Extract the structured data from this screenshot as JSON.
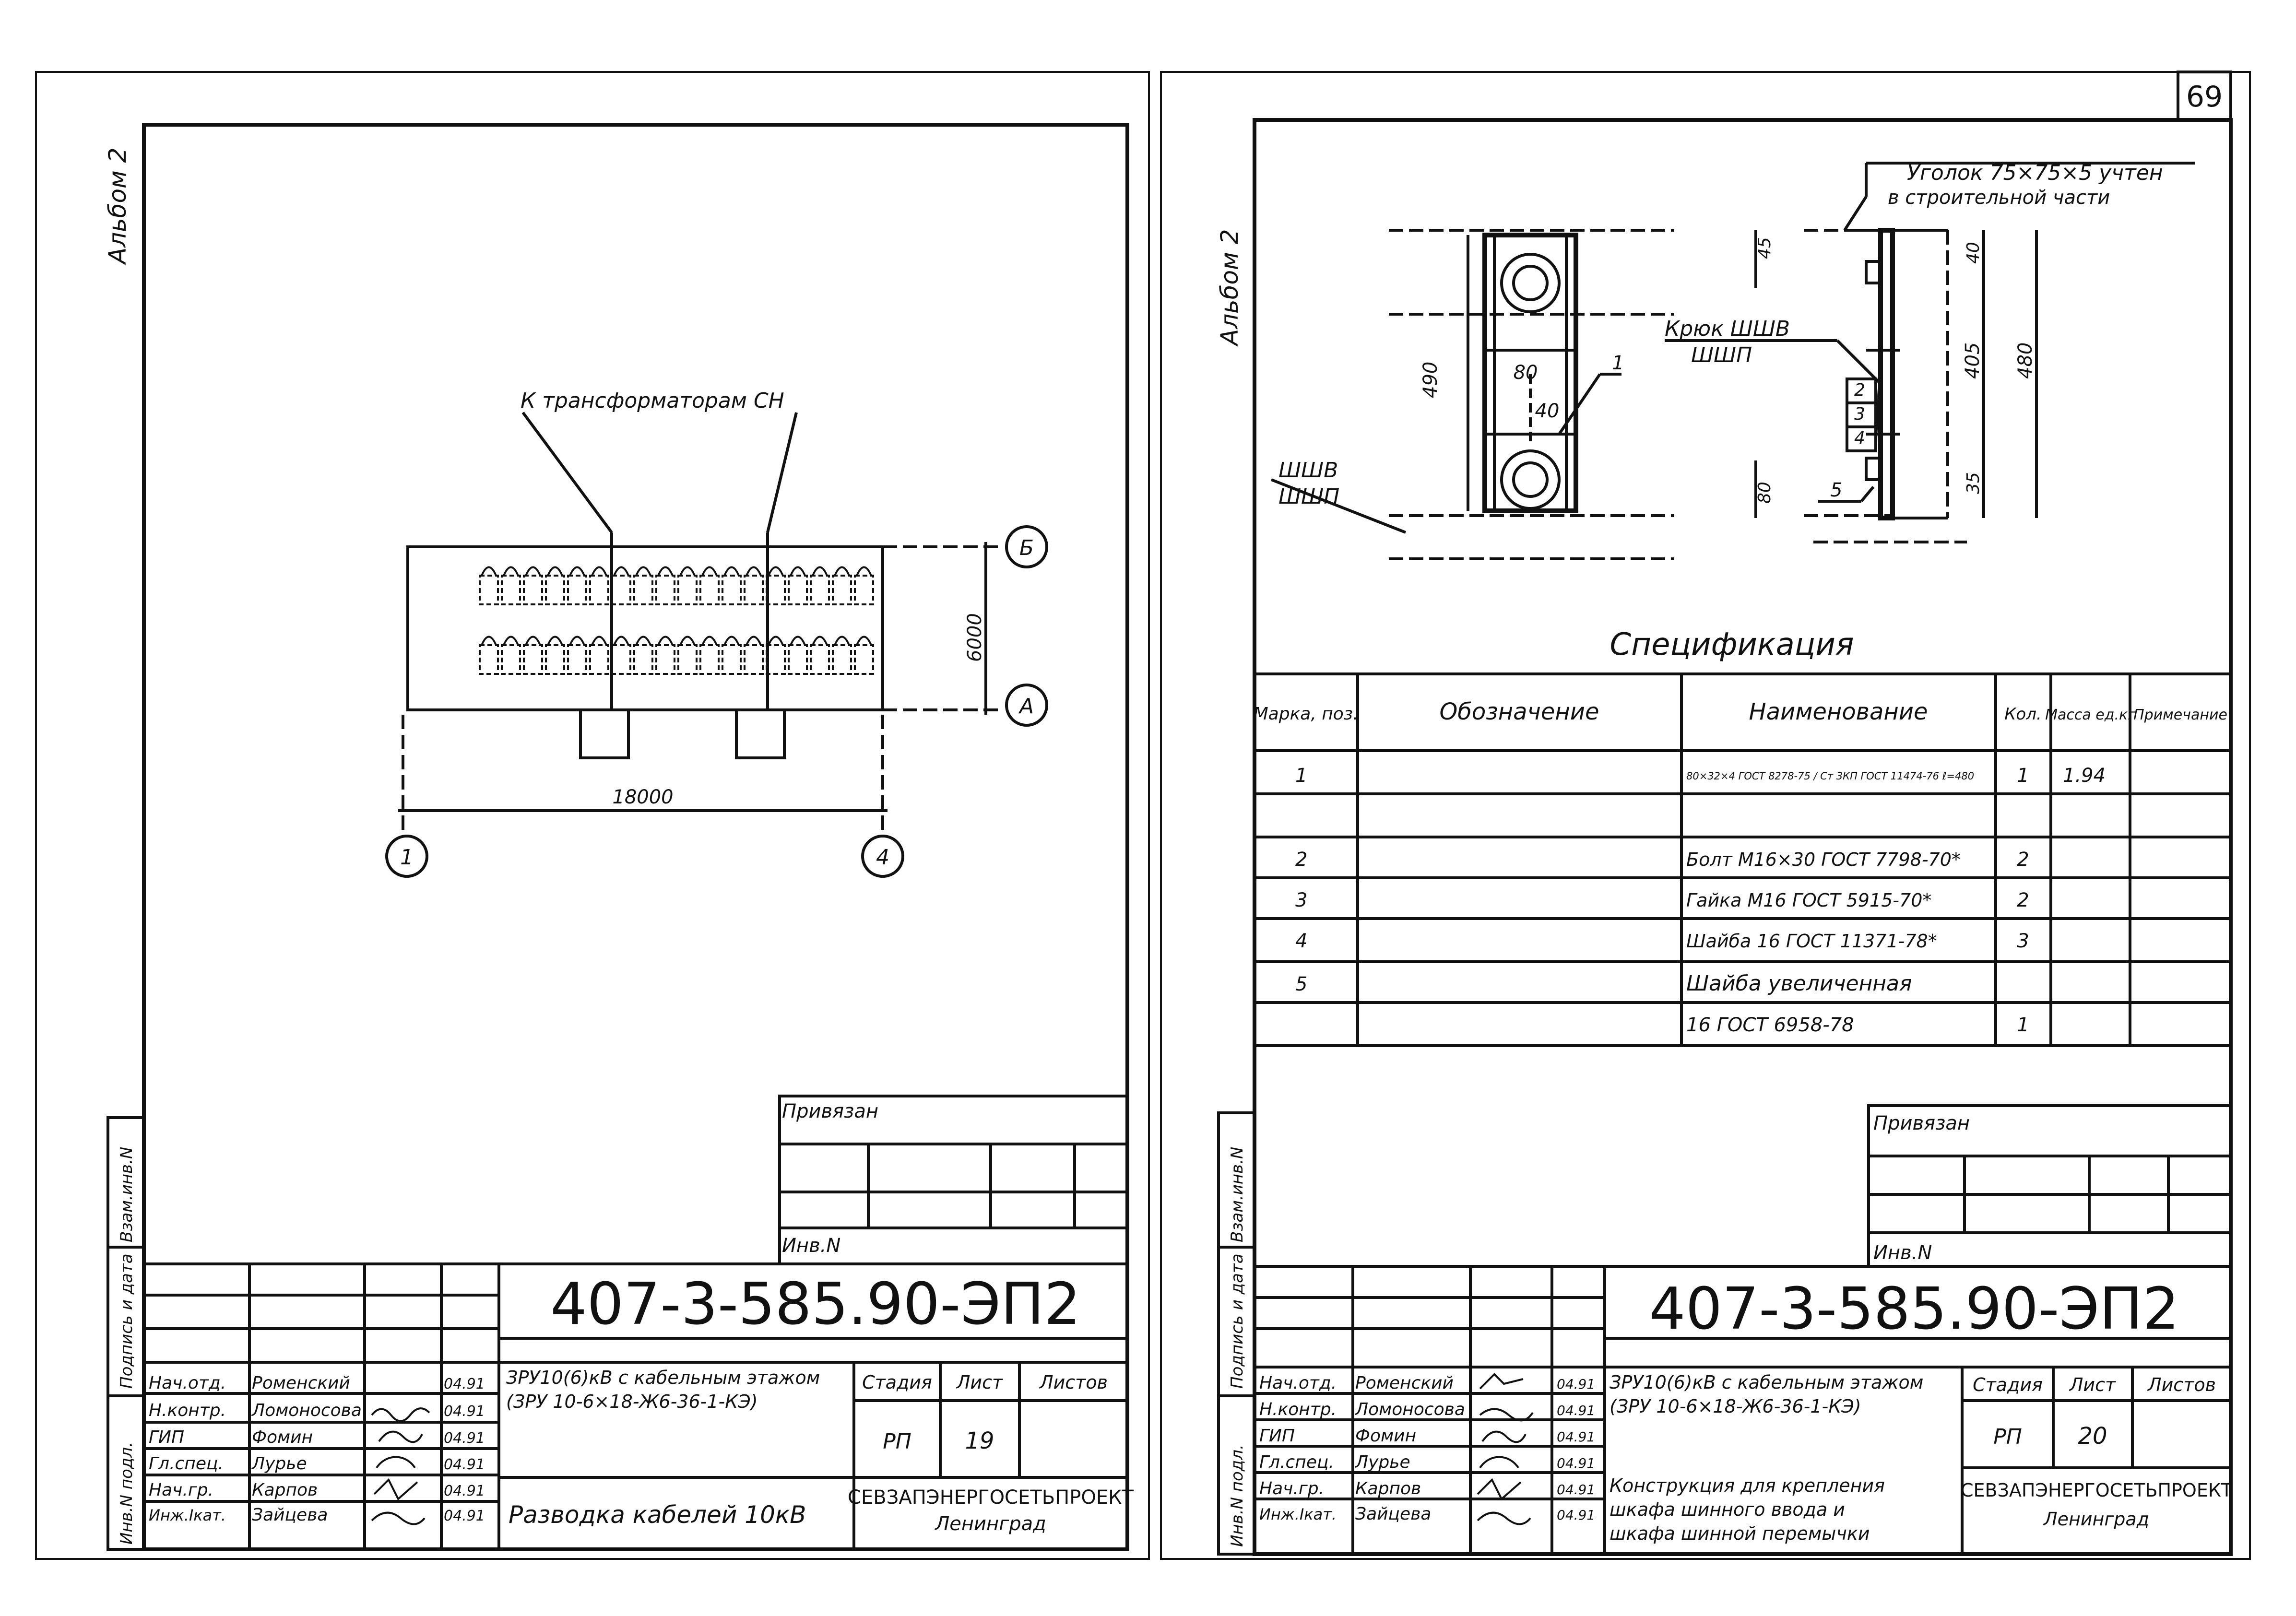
{
  "page_number": "69",
  "left_sheet": {
    "album_label": "Альбом 2",
    "callout_label": "К трансформаторам СН",
    "axis_b": "Б",
    "axis_a": "А",
    "axis_1": "1",
    "axis_4": "4",
    "dim_6000": "6000",
    "dim_18000": "18000",
    "bound_label": "Привязан",
    "inv_label": "Инв.N",
    "side_labels": [
      "Взам.инв.N",
      "Подпись и дата",
      "Инв.N подл."
    ],
    "doc_code": "407-3-585.90-ЭП2",
    "title_line1": "ЗРУ10(6)кВ с кабельным этажом",
    "title_line2": "(ЗРУ 10-6×18-Ж6-36-1-КЭ)",
    "sheet_title": "Разводка кабелей 10кВ",
    "stage_header": "Стадия",
    "sheet_header": "Лист",
    "sheets_header": "Листов",
    "stage": "РП",
    "sheet_no": "19",
    "org_name": "СЕВЗАПЭНЕРГОСЕТЬПРОЕКТ",
    "org_city": "Ленинград",
    "staff": [
      {
        "role": "Нач.отд.",
        "name": "Роменский",
        "date": "04.91"
      },
      {
        "role": "Н.контр.",
        "name": "Ломоносова",
        "date": "04.91"
      },
      {
        "role": "ГИП",
        "name": "Фомин",
        "date": "04.91"
      },
      {
        "role": "Гл.спец.",
        "name": "Лурье",
        "date": "04.91"
      },
      {
        "role": "Нач.гр.",
        "name": "Карпов",
        "date": "04.91"
      },
      {
        "role": "Инж.Iкат.",
        "name": "Зайцева",
        "date": "04.91"
      }
    ]
  },
  "right_sheet": {
    "album_label": "Альбом 2",
    "angle_label": "Уголок 75×75×5 учтен",
    "angle_label2": "в строительной части",
    "hook_label": "Крюк ШШВ",
    "hook_label2": "ШШП",
    "left_label": "ШШВ",
    "left_label2": "ШШП",
    "dims": {
      "d490": "490",
      "d80": "80",
      "d40": "40",
      "d45": "45",
      "d40b": "40",
      "d405": "405",
      "d480": "480",
      "d80b": "80",
      "d35": "35"
    },
    "positions": [
      "1",
      "2",
      "3",
      "4",
      "5"
    ],
    "spec_title": "Спецификация",
    "spec_headers": [
      "Марка, поз.",
      "Обозначение",
      "Наименование",
      "Кол.",
      "Масса ед.кг",
      "Примечание"
    ],
    "spec_rows": [
      {
        "mark": "1",
        "designation": "",
        "name": "80×32×4 ГОСТ 8278-75 / Ст 3КП ГОСТ 11474-76 ℓ=480",
        "qty": "1",
        "mass": "1.94",
        "note": ""
      },
      {
        "mark": "",
        "designation": "",
        "name": "",
        "qty": "",
        "mass": "",
        "note": ""
      },
      {
        "mark": "2",
        "designation": "",
        "name": "Болт М16×30 ГОСТ 7798-70*",
        "qty": "2",
        "mass": "",
        "note": ""
      },
      {
        "mark": "3",
        "designation": "",
        "name": "Гайка М16 ГОСТ 5915-70*",
        "qty": "2",
        "mass": "",
        "note": ""
      },
      {
        "mark": "4",
        "designation": "",
        "name": "Шайба 16 ГОСТ 11371-78*",
        "qty": "3",
        "mass": "",
        "note": ""
      },
      {
        "mark": "5",
        "designation": "",
        "name": "Шайба увеличенная",
        "qty": "",
        "mass": "",
        "note": ""
      },
      {
        "mark": "",
        "designation": "",
        "name": "16 ГОСТ 6958-78",
        "qty": "1",
        "mass": "",
        "note": ""
      }
    ],
    "bound_label": "Привязан",
    "inv_label": "Инв.N",
    "side_labels": [
      "Взам.инв.N",
      "Подпись и дата",
      "Инв.N подл."
    ],
    "doc_code": "407-3-585.90-ЭП2",
    "title_line1": "ЗРУ10(6)кВ с кабельным этажом",
    "title_line2": "(ЗРУ 10-6×18-Ж6-36-1-КЭ)",
    "sheet_title1": "Конструкция для крепления",
    "sheet_title2": "шкафа шинного ввода и",
    "sheet_title3": "шкафа шинной перемычки",
    "stage_header": "Стадия",
    "sheet_header": "Лист",
    "sheets_header": "Листов",
    "stage": "РП",
    "sheet_no": "20",
    "org_name": "СЕВЗАПЭНЕРГОСЕТЬПРОЕКТ",
    "org_city": "Ленинград",
    "staff": [
      {
        "role": "Нач.отд.",
        "name": "Роменский",
        "date": "04.91"
      },
      {
        "role": "Н.контр.",
        "name": "Ломоносова",
        "date": "04.91"
      },
      {
        "role": "ГИП",
        "name": "Фомин",
        "date": "04.91"
      },
      {
        "role": "Гл.спец.",
        "name": "Лурье",
        "date": "04.91"
      },
      {
        "role": "Нач.гр.",
        "name": "Карпов",
        "date": "04.91"
      },
      {
        "role": "Инж.Iкат.",
        "name": "Зайцева",
        "date": "04.91"
      }
    ]
  }
}
